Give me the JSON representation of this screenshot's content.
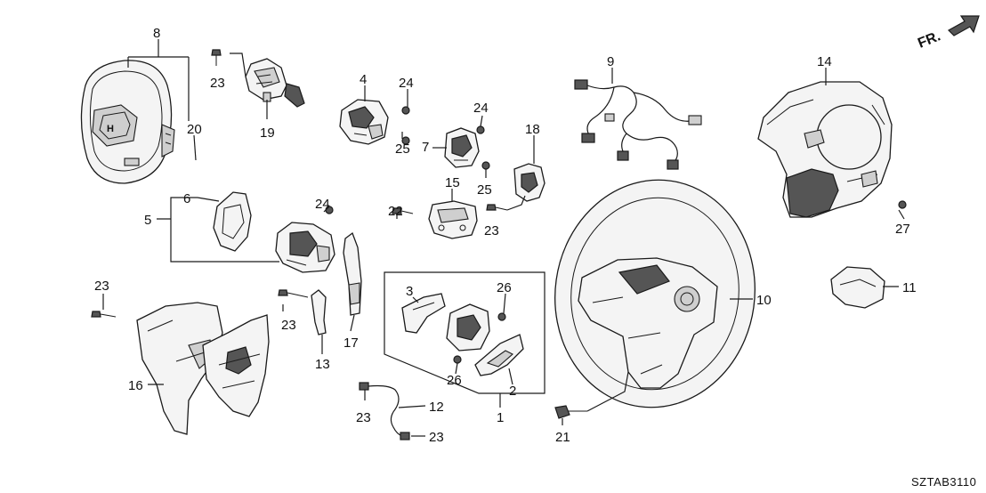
{
  "diagram": {
    "diagram_code": "SZTAB3110",
    "front_indicator": "FR.",
    "callouts": {
      "c1": "1",
      "c2": "2",
      "c3": "3",
      "c4": "4",
      "c5": "5",
      "c6": "6",
      "c7": "7",
      "c8": "8",
      "c9": "9",
      "c10": "10",
      "c11": "11",
      "c12": "12",
      "c13": "13",
      "c14": "14",
      "c15": "15",
      "c16": "16",
      "c17": "17",
      "c18": "18",
      "c19": "19",
      "c20": "20",
      "c21": "21",
      "c22": "22",
      "c23a": "23",
      "c23b": "23",
      "c23c": "23",
      "c23d": "23",
      "c23e": "23",
      "c23f": "23",
      "c24a": "24",
      "c24b": "24",
      "c24c": "24",
      "c25a": "25",
      "c25b": "25",
      "c26a": "26",
      "c26b": "26",
      "c27": "27"
    }
  }
}
